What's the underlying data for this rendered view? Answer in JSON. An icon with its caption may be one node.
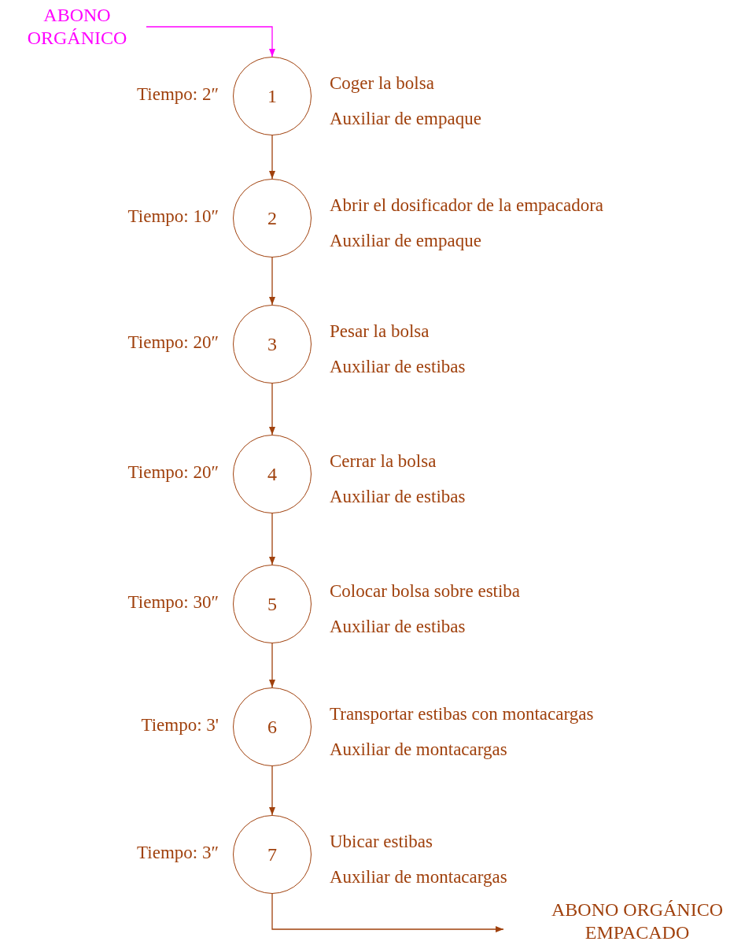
{
  "diagram": {
    "nodes": [
      {
        "text": [
          "ABONO ORGÁNICO"
        ]
      },
      {
        "text": [
          "1"
        ],
        "beside": [
          "Tiempo: 2″",
          "Coger la bolsa",
          "Auxiliar de empaque"
        ]
      },
      {
        "text": [
          "2"
        ],
        "beside": [
          "Tiempo: 10″",
          "Abrir el dosificador de la empacadora",
          "Auxiliar de empaque"
        ]
      },
      {
        "text": [
          "3"
        ],
        "beside": [
          "Tiempo: 20″",
          "Pesar la bolsa",
          "Auxiliar de estibas"
        ]
      },
      {
        "text": [
          "4"
        ],
        "beside": [
          "Tiempo: 20″",
          "Cerrar la bolsa",
          "Auxiliar de estibas"
        ]
      },
      {
        "text": [
          "5"
        ],
        "beside": [
          "Tiempo: 30″",
          "Colocar bolsa sobre estiba",
          "Auxiliar de estibas"
        ]
      },
      {
        "text": [
          "6"
        ],
        "beside": [
          "Tiempo: 3'",
          "Transportar estibas con montacargas",
          "Auxiliar de montacargas"
        ]
      },
      {
        "text": [
          "7"
        ],
        "beside": [
          "Tiempo: 3″",
          "Ubicar estibas",
          "Auxiliar de montacargas"
        ]
      },
      {
        "text": [
          "ABONO ORGÁNICO EMPACADO"
        ]
      }
    ],
    "edges": [
      {
        "from": 0,
        "to": 1,
        "arrow": "to",
        "color": "#ff00ff"
      },
      {
        "from": 1,
        "to": 2,
        "arrow": "to"
      },
      {
        "from": 2,
        "to": 3,
        "arrow": "to"
      },
      {
        "from": 3,
        "to": 4,
        "arrow": "to"
      },
      {
        "from": 4,
        "to": 5,
        "arrow": "to"
      },
      {
        "from": 5,
        "to": 6,
        "arrow": "to"
      },
      {
        "from": 6,
        "to": 7,
        "arrow": "to"
      },
      {
        "from": 7,
        "to": 8,
        "arrow": "to"
      }
    ]
  }
}
